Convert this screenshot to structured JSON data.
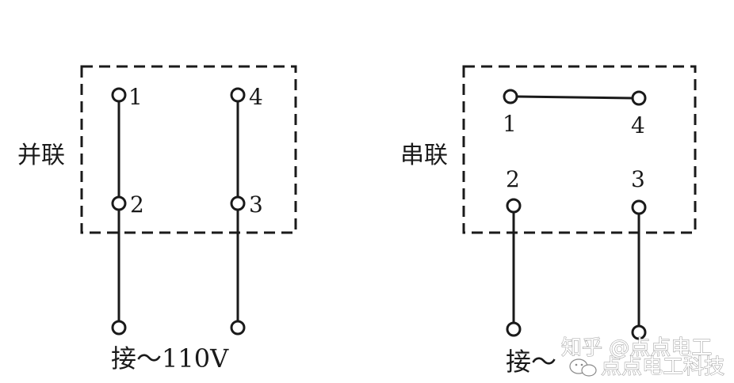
{
  "left_panel": {
    "side_label": "并联",
    "t1": "1",
    "t2": "2",
    "t3": "3",
    "t4": "4",
    "bottom_label": "接～110V"
  },
  "right_panel": {
    "side_label": "串联",
    "t1": "1",
    "t2": "2",
    "t3": "3",
    "t4": "4",
    "bottom_label": "接～"
  },
  "watermark": {
    "line1": "知乎 @点点电工",
    "line2": "点点电工科技"
  }
}
